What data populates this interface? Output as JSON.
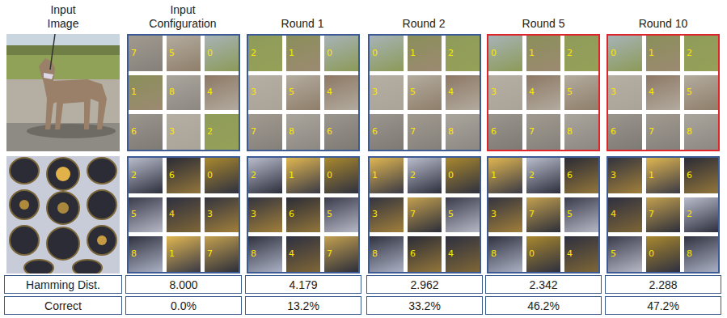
{
  "diagram": {
    "labels": [
      "Input Image",
      "Input Configuration",
      "Round 1",
      "Round 2",
      "Round 5",
      "Round 10",
      "7",
      "5",
      "0",
      "1",
      "8",
      "4",
      "6",
      "3",
      "2",
      "2",
      "1",
      "0",
      "3",
      "5",
      "4",
      "7",
      "8",
      "6",
      "0",
      "1",
      "2",
      "3",
      "5",
      "4",
      "6",
      "7",
      "8",
      "0",
      "1",
      "2",
      "3",
      "4",
      "5",
      "6",
      "7",
      "8",
      "0",
      "1",
      "2",
      "3",
      "4",
      "5",
      "6",
      "7",
      "8",
      "2",
      "6",
      "0",
      "5",
      "4",
      "3",
      "8",
      "1",
      "7",
      "2",
      "1",
      "0",
      "3",
      "6",
      "5",
      "8",
      "4",
      "7",
      "1",
      "2",
      "0",
      "3",
      "7",
      "5",
      "8",
      "6",
      "4",
      "1",
      "2",
      "6",
      "3",
      "7",
      "5",
      "8",
      "0",
      "4",
      "3",
      "1",
      "6",
      "4",
      "7",
      "2",
      "5",
      "0",
      "8",
      "Hamming Dist.",
      "8.000",
      "4.179",
      "2.962",
      "2.342",
      "2.288",
      "Correct",
      "0.0%",
      "13.2%",
      "33.2%",
      "46.2%",
      "47.2%"
    ]
  }
}
